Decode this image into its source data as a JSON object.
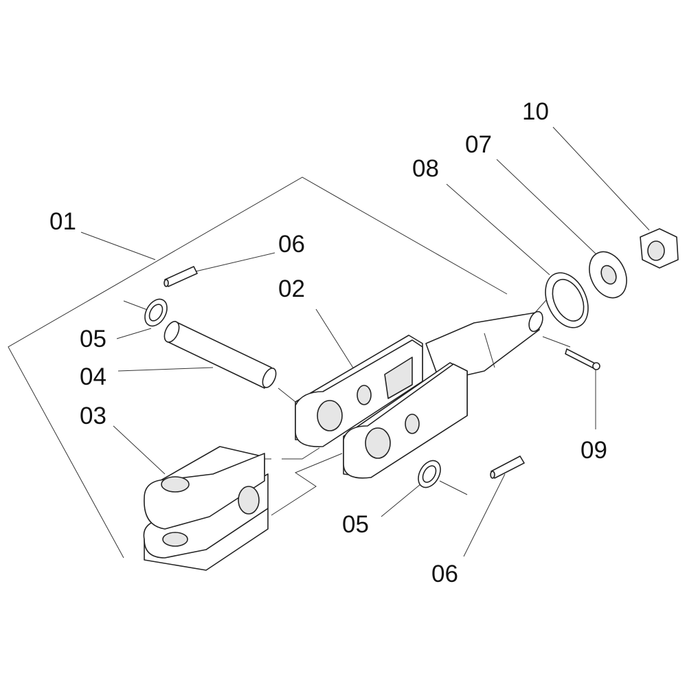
{
  "diagram": {
    "type": "exploded-parts-view",
    "callouts": [
      {
        "id": "01",
        "label": "01"
      },
      {
        "id": "02",
        "label": "02"
      },
      {
        "id": "03",
        "label": "03"
      },
      {
        "id": "04",
        "label": "04"
      },
      {
        "id": "05a",
        "label": "05"
      },
      {
        "id": "05b",
        "label": "05"
      },
      {
        "id": "06a",
        "label": "06"
      },
      {
        "id": "06b",
        "label": "06"
      },
      {
        "id": "07",
        "label": "07"
      },
      {
        "id": "08",
        "label": "08"
      },
      {
        "id": "09",
        "label": "09"
      },
      {
        "id": "10",
        "label": "10"
      }
    ]
  }
}
